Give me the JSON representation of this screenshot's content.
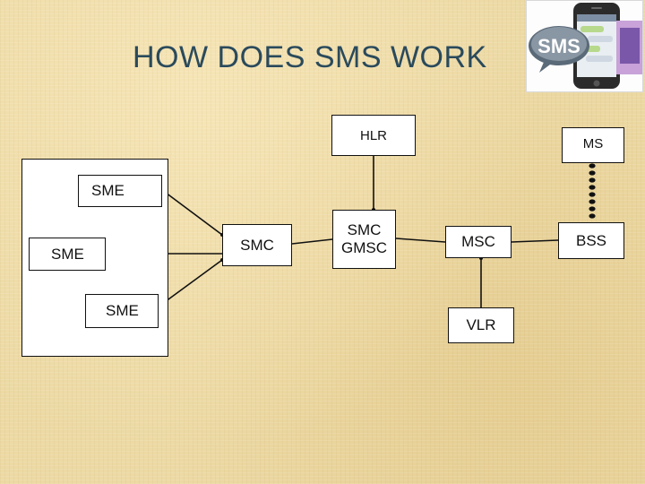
{
  "title": "HOW DOES SMS WORK",
  "logo": {
    "text": "SMS",
    "icon": "sms-phone-logo"
  },
  "nodes": {
    "hlr": "HLR",
    "ms": "MS",
    "sme_top": "SME",
    "sme_mid": "SME",
    "sme_bottom": "SME",
    "smc": "SMC",
    "smc_gmsc_line1": "SMC",
    "smc_gmsc_line2": "GMSC",
    "msc": "MSC",
    "bss": "BSS",
    "vlr": "VLR"
  },
  "colors": {
    "title": "#2a4a5c",
    "background": "#ecd9a4",
    "box_border": "#111111"
  }
}
